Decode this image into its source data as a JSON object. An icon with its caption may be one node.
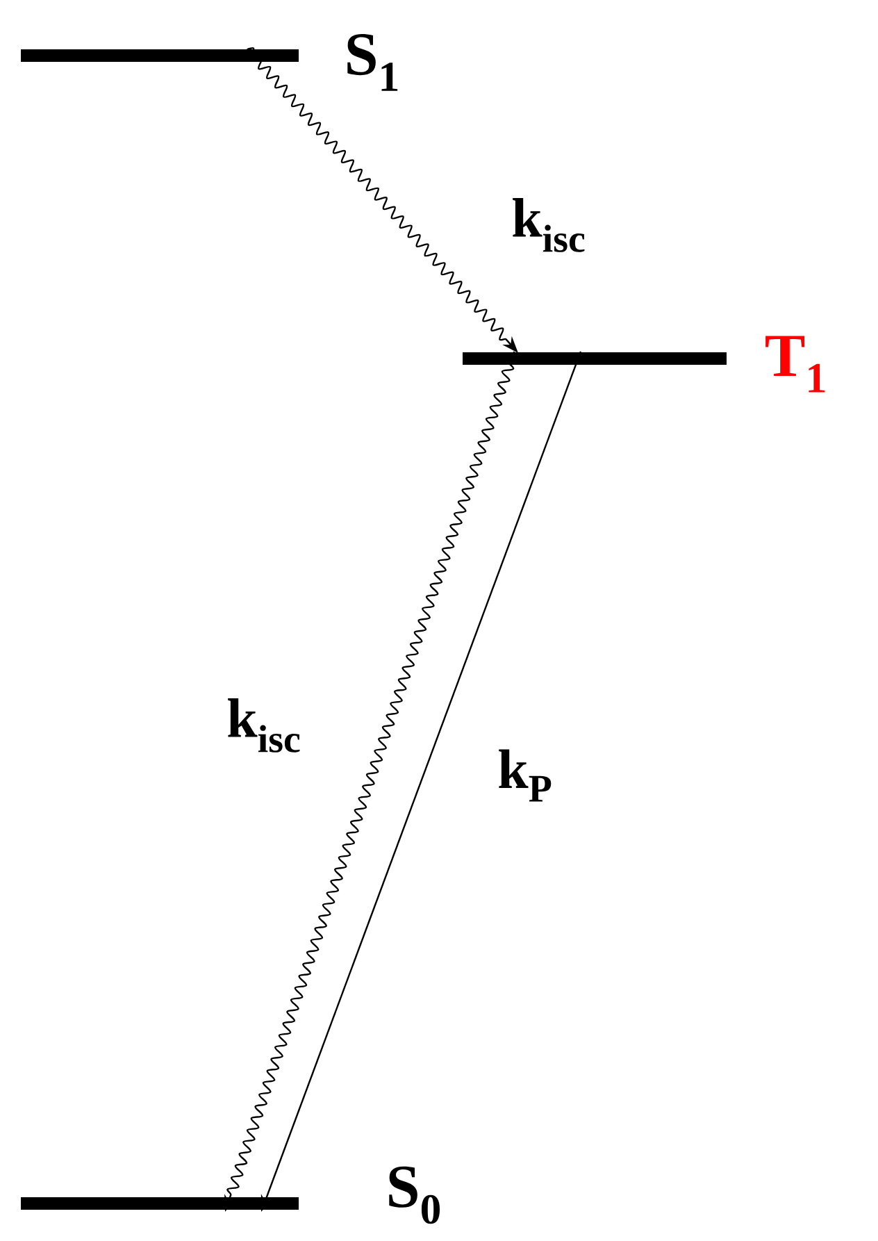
{
  "diagram": {
    "nodes": [
      {
        "text": [],
        "shape": "bar",
        "beside": [
          "S$_{1}$"
        ]
      },
      {
        "text": [],
        "shape": "bar",
        "beside": [
          "T$_{1}$"
        ]
      },
      {
        "text": [],
        "shape": "bar",
        "beside": [
          "S$_{0}$"
        ]
      }
    ],
    "edges": [
      {
        "from": 0,
        "to": 1,
        "arrow": "to",
        "label": "k$_{isc}$"
      },
      {
        "from": 1,
        "to": 2,
        "arrow": "to",
        "label": "k$_{isc}$"
      },
      {
        "from": 1,
        "to": 2,
        "arrow": "to",
        "label": "k$_{P}$"
      }
    ]
  }
}
